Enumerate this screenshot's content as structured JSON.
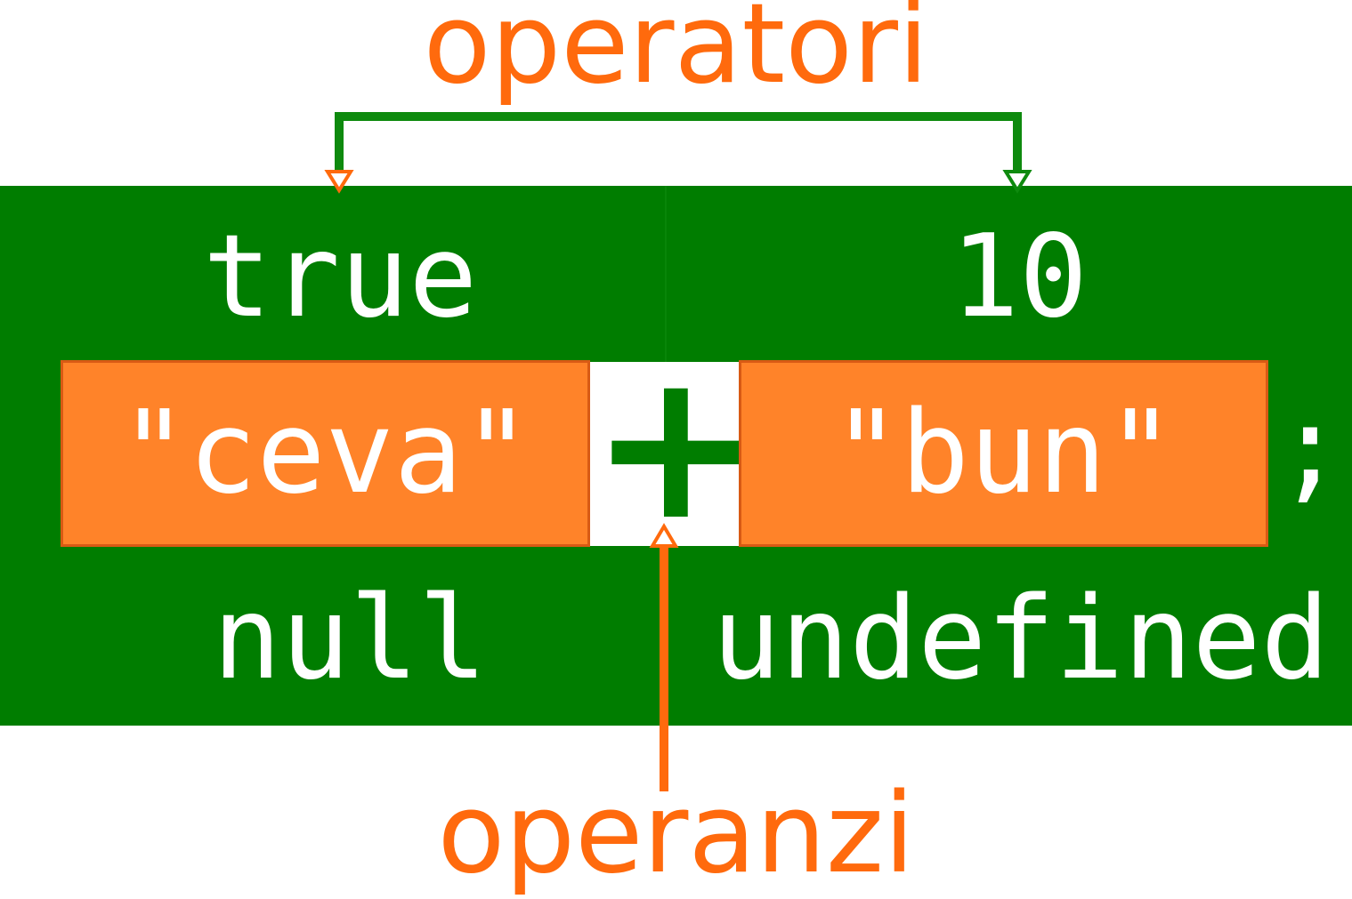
{
  "labels": {
    "top": "operatori",
    "bottom": "operanzi"
  },
  "operands": {
    "top_left": "true",
    "top_right": "10",
    "left_box": "\"ceva\"",
    "right_box": "\"bun\"",
    "bottom_left": "null",
    "bottom_right": "undefined"
  },
  "operator": {
    "symbol": "+"
  },
  "terminator": ";",
  "colors": {
    "green": "#007d00",
    "orange": "#ff6a0d",
    "orange_box": "#ff8329",
    "label_orange": "#ff6a0d",
    "white": "#ffffff"
  }
}
